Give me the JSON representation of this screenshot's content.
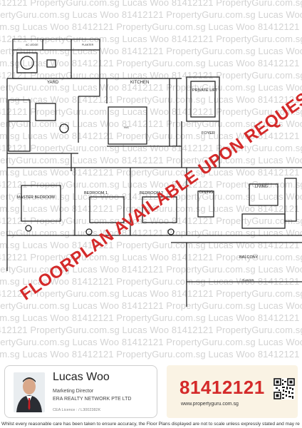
{
  "watermark": {
    "text": "81412121 PropertyGuru.com.sg Lucas Woo 81412121 PropertyGuru.com.sg Lucas Woo 81412121 PropertyGuru.com.sg Lucas Woo"
  },
  "plan": {
    "rooms": {
      "ac_ledge": "AC LEDGE",
      "planter_top": "PLANTER",
      "yard": "YARD",
      "kitchen": "KITCHEN",
      "private_lift": "PRIVATE LIFT",
      "foyer": "FOYER",
      "hs": "H/S",
      "master_bedroom": "MASTER BEDROOM",
      "bedroom1": "BEDROOM 1",
      "bedroom2": "BEDROOM 2",
      "dining": "DINING",
      "living": "LIVING",
      "balcony": "BALCONY",
      "planter_bottom": "PLANTER"
    }
  },
  "stamp": {
    "text": "FLOORPLAN AVAILABLE UPON REQUEST"
  },
  "agent": {
    "name": "Lucas Woo",
    "title": "Marketing Director",
    "company": "ERA REALTY NETWORK PTE LTD",
    "licence": "CEA Licence : / L3002382K"
  },
  "contact": {
    "phone": "81412121",
    "website": "www.propertyguru.com.sg"
  },
  "disclaimer": "Whilst every reasonable care has been taken to ensure accuracy, the Floor Plans displayed are not to scale unless expressly stated and may re",
  "colors": {
    "stamp_red": "#d42a2a",
    "phone_red": "#d42a2a",
    "phone_card_bg": "#faf3e4",
    "watermark_grey": "#d3d3d3"
  }
}
